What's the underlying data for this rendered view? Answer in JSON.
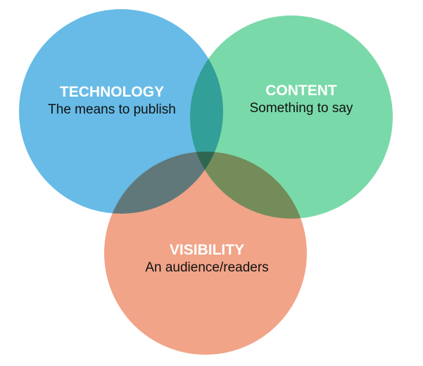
{
  "diagram": {
    "circles": [
      {
        "id": "technology",
        "title": "TECHNOLOGY",
        "subtitle": "The means to publish",
        "color": "#5fb7e5",
        "opacity": 0.95
      },
      {
        "id": "content",
        "title": "CONTENT",
        "subtitle": "Something to say",
        "color": "#6fd6a2",
        "opacity": 0.92
      },
      {
        "id": "visibility",
        "title": "VISIBILITY",
        "subtitle": "An audience/readers",
        "color": "#ee9473",
        "opacity": 0.85
      }
    ]
  }
}
